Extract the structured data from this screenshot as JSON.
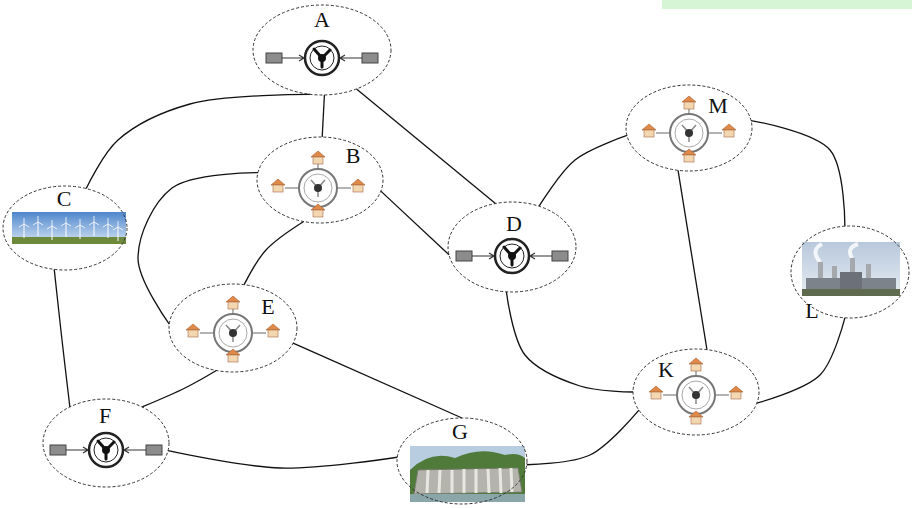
{
  "diagram": {
    "nodes": [
      {
        "text": [
          "A"
        ]
      },
      {
        "text": [
          "M"
        ]
      },
      {
        "text": [
          "B"
        ]
      },
      {
        "text": [
          "C"
        ]
      },
      {
        "text": [
          "D"
        ]
      },
      {
        "text": [
          "L"
        ]
      },
      {
        "text": [
          "E"
        ]
      },
      {
        "text": [
          "K"
        ]
      },
      {
        "text": [
          "F"
        ]
      },
      {
        "text": [
          "G"
        ]
      }
    ],
    "edges": [
      {
        "from": 0,
        "to": 3,
        "arrow": "none"
      },
      {
        "from": 0,
        "to": 2,
        "arrow": "none"
      },
      {
        "from": 0,
        "to": 4,
        "arrow": "none"
      },
      {
        "from": 2,
        "to": 4,
        "arrow": "none"
      },
      {
        "from": 2,
        "to": 6,
        "arrow": "none"
      },
      {
        "from": 2,
        "to": 6,
        "arrow": "none"
      },
      {
        "from": 3,
        "to": 8,
        "arrow": "none"
      },
      {
        "from": 6,
        "to": 8,
        "arrow": "none"
      },
      {
        "from": 6,
        "to": 9,
        "arrow": "none"
      },
      {
        "from": 8,
        "to": 9,
        "arrow": "none"
      },
      {
        "from": 9,
        "to": 7,
        "arrow": "none"
      },
      {
        "from": 4,
        "to": 1,
        "arrow": "none"
      },
      {
        "from": 4,
        "to": 7,
        "arrow": "none"
      },
      {
        "from": 1,
        "to": 7,
        "arrow": "none"
      },
      {
        "from": 1,
        "to": 5,
        "arrow": "none"
      },
      {
        "from": 5,
        "to": 7,
        "arrow": "none"
      }
    ]
  }
}
